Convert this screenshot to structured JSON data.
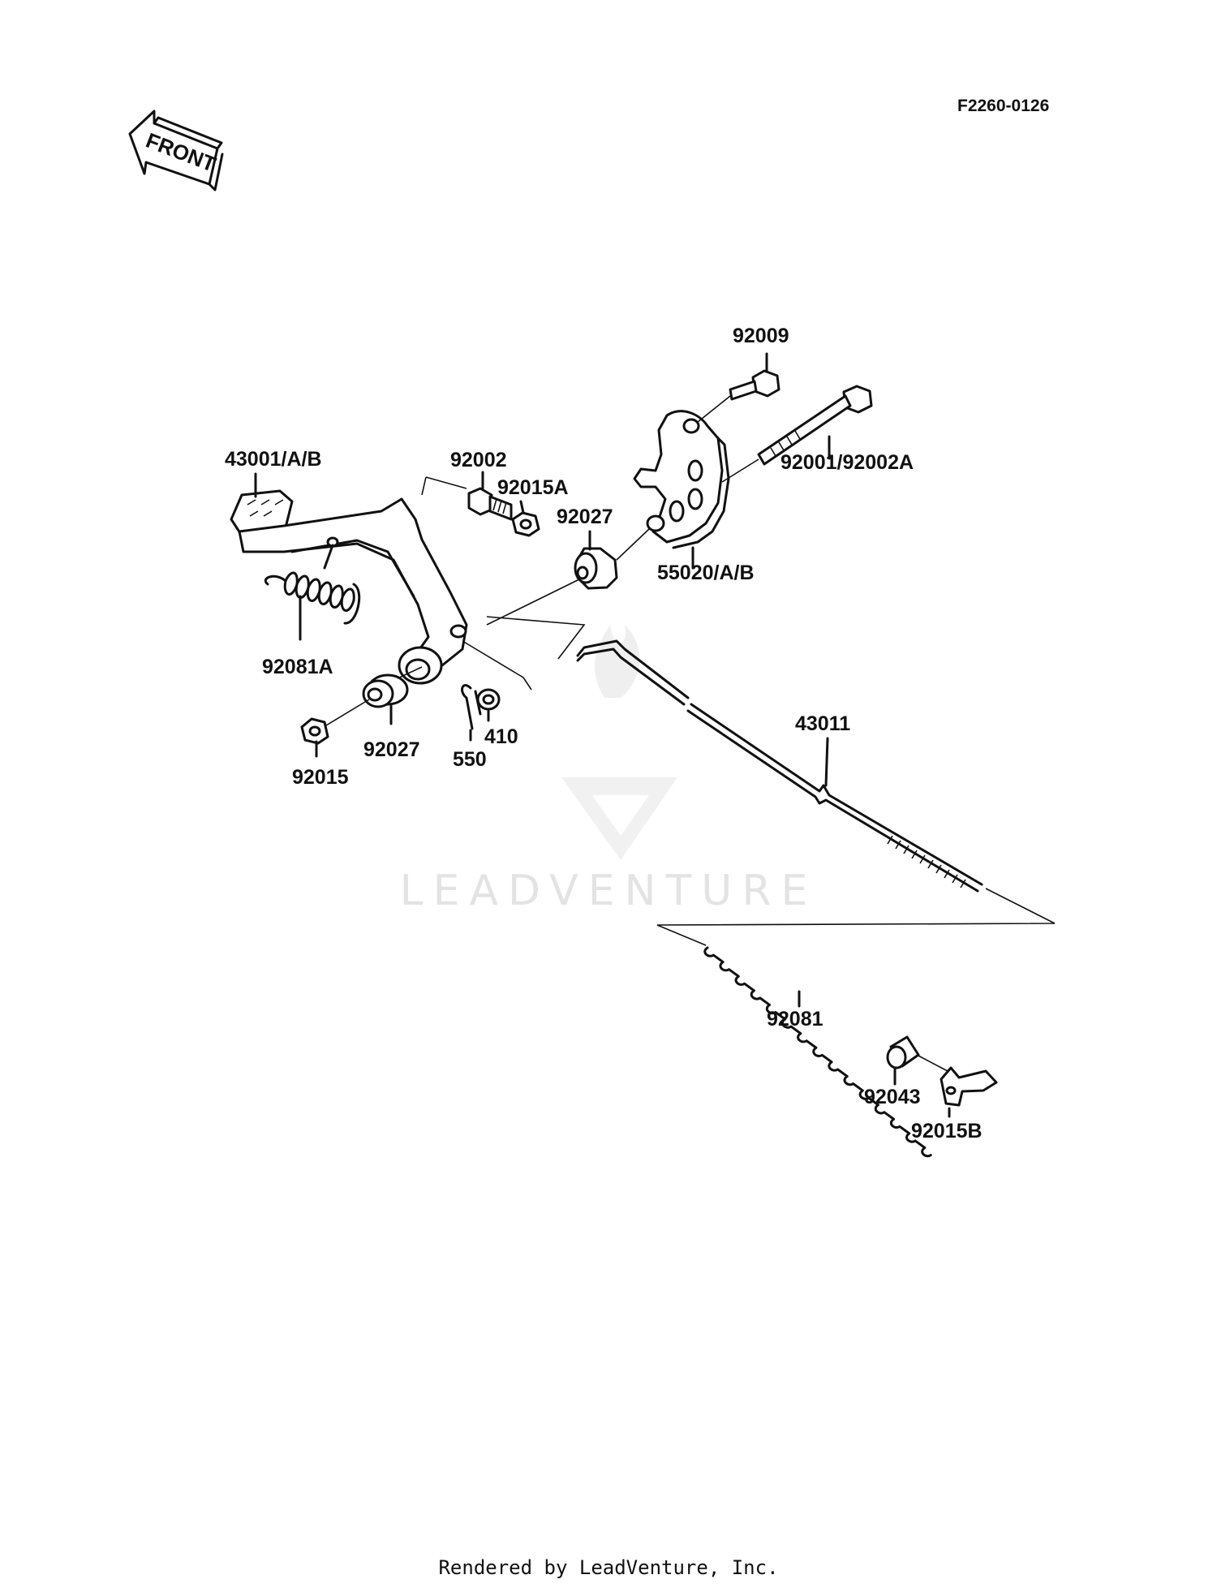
{
  "diagram_code": "F2260-0126",
  "front_arrow_label": "FRONT",
  "watermark": {
    "brand": "LEADVENTURE"
  },
  "footer": "Rendered by LeadVenture, Inc.",
  "parts": {
    "p92009": "92009",
    "p43001": "43001/A/B",
    "p92002": "92002",
    "p92015A": "92015A",
    "p92027_top": "92027",
    "p92001": "92001/92002A",
    "p55020": "55020/A/B",
    "p92081A": "92081A",
    "p92027_bottom": "92027",
    "p92015": "92015",
    "p550": "550",
    "p410": "410",
    "p43011": "43011",
    "p92081": "92081",
    "p92043": "92043",
    "p92015B": "92015B"
  }
}
